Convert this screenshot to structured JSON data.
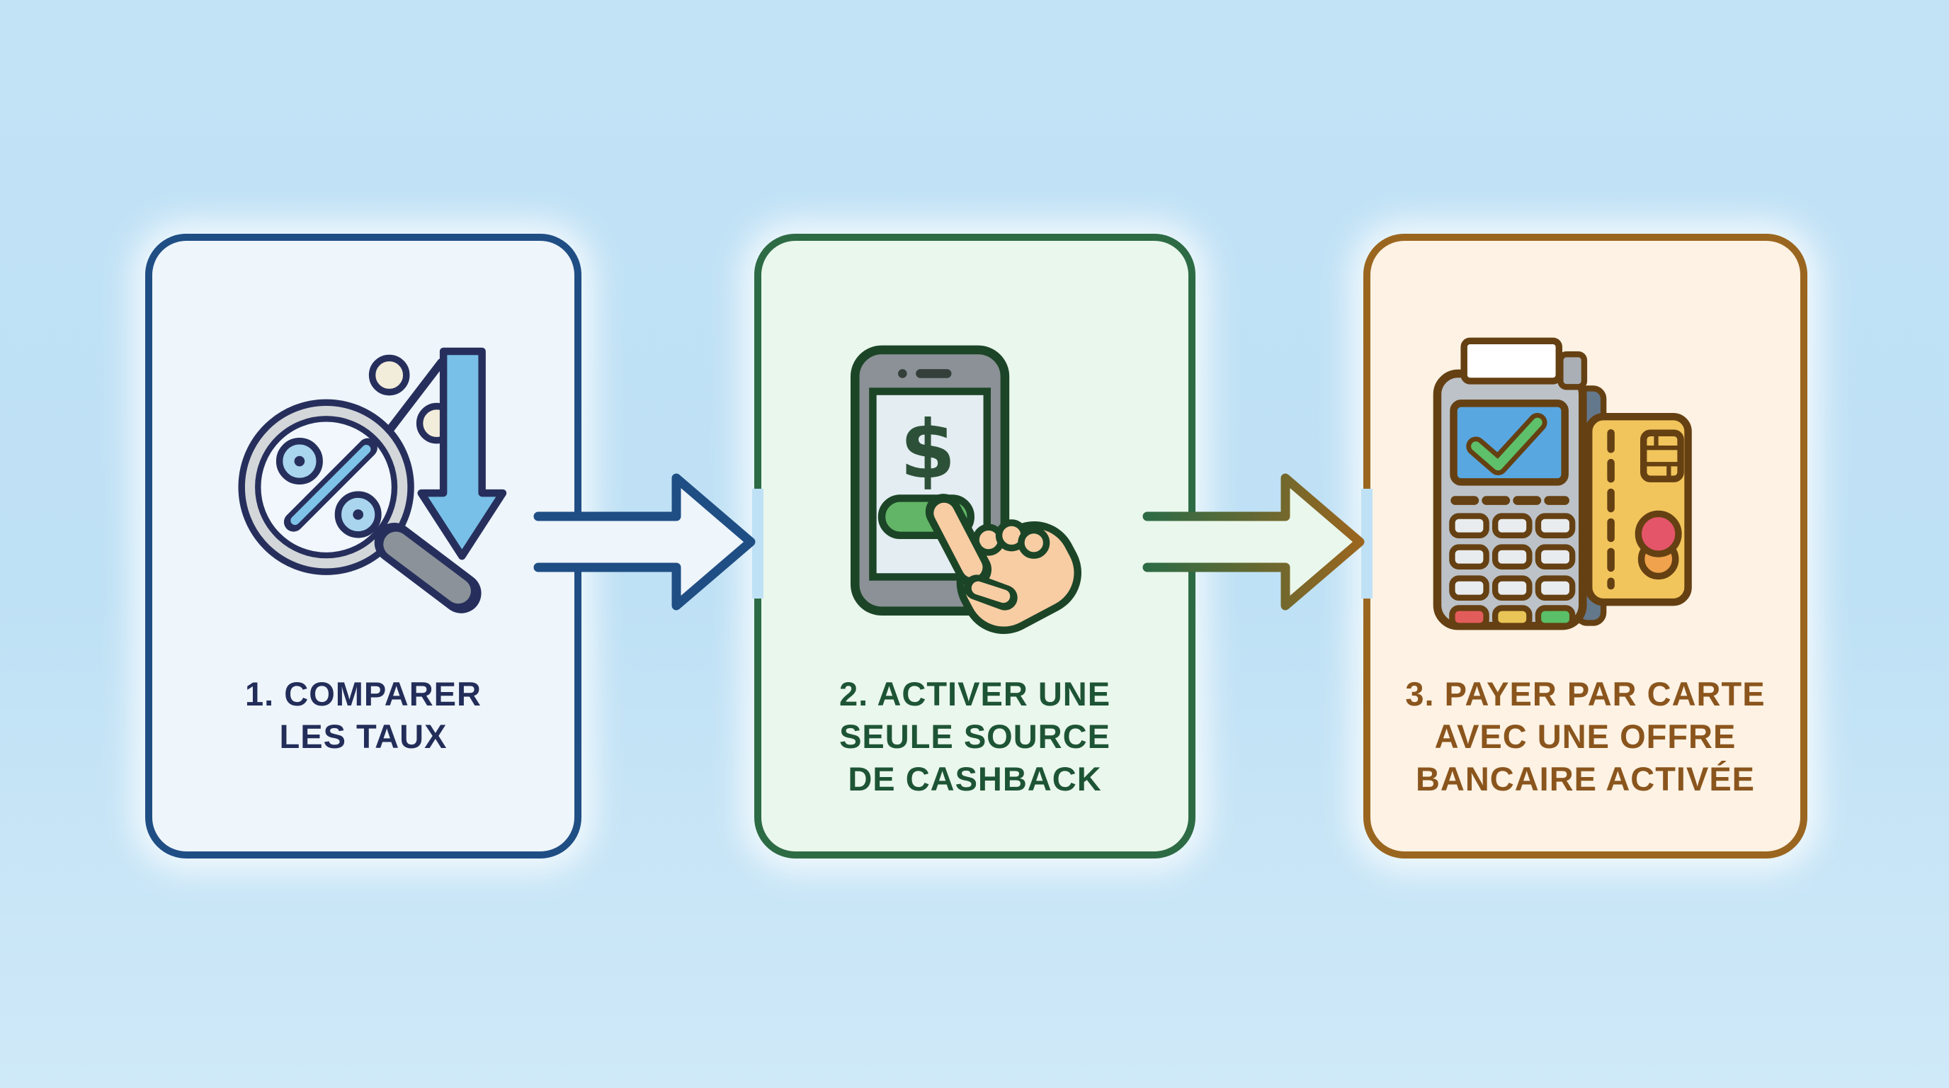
{
  "page": {
    "background_color": "#bfe1f5",
    "type": "process-infographic",
    "language": "fr"
  },
  "steps": [
    {
      "number": "1",
      "title": "1. COMPARER\nLES TAUX",
      "icon": "magnifier-percent-down-arrow-icon",
      "card_bg": "#eef5fb",
      "border_color": "#1f4e84",
      "text_color": "#232d59",
      "icon_accent_colors": [
        "#7fc3e8",
        "#a9d5ef",
        "#8b9299",
        "#f2ecda"
      ]
    },
    {
      "number": "2",
      "title": "2. ACTIVER UNE\nSEULE SOURCE\nDE CASHBACK",
      "icon": "phone-cashback-toggle-icon",
      "card_bg": "#eaf7ec",
      "border_color": "#2d6b45",
      "text_color": "#1d5435",
      "icon_accent_colors": [
        "#62b566",
        "#8b9196",
        "#f8cda4",
        "#2d5138"
      ]
    },
    {
      "number": "3",
      "title": "3. PAYER PAR CARTE\nAVEC UNE OFFRE\nBANCAIRE ACTIVÉE",
      "icon": "pos-terminal-credit-card-icon",
      "card_bg": "#fdf2e3",
      "border_color": "#9a661f",
      "text_color": "#8a551d",
      "icon_accent_colors": [
        "#58a7e1",
        "#5ec06a",
        "#f1c55c",
        "#e4556a",
        "#f0a34c",
        "#bcc2c8"
      ]
    }
  ],
  "arrows": [
    {
      "from": "1",
      "to": "2",
      "direction": "right",
      "stroke_color": "#1f4e84",
      "fill_color": "#eef5fb"
    },
    {
      "from": "2",
      "to": "3",
      "direction": "right",
      "stroke_start_color": "#2d6b45",
      "stroke_end_color": "#9a661f",
      "fill_color": "#eaf7ec"
    }
  ]
}
